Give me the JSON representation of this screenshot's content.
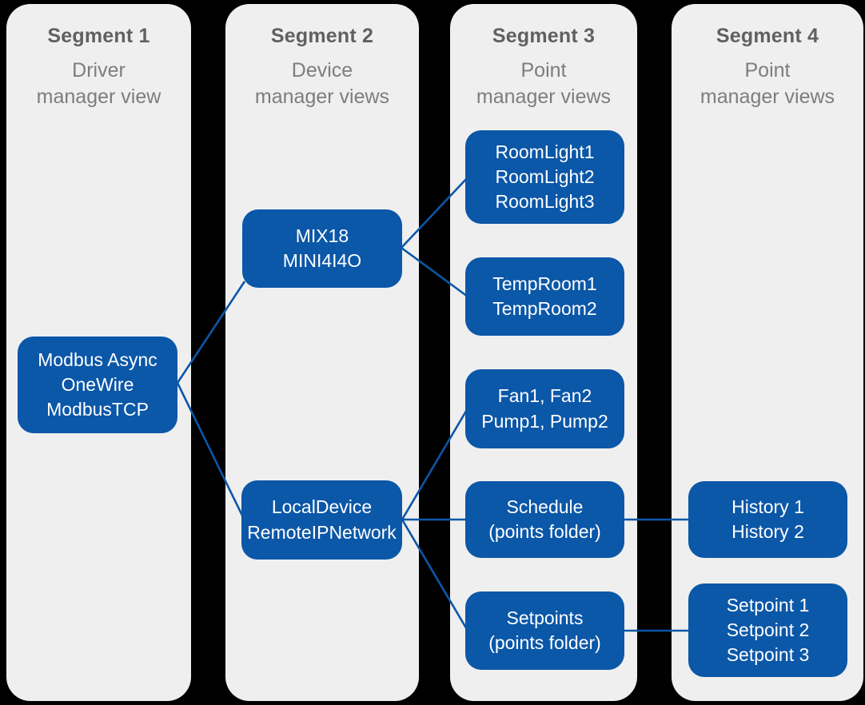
{
  "diagram": {
    "segments": [
      {
        "title": "Segment 1",
        "subtitle": "Driver\nmanager view"
      },
      {
        "title": "Segment 2",
        "subtitle": "Device\nmanager views"
      },
      {
        "title": "Segment 3",
        "subtitle": "Point\nmanager views"
      },
      {
        "title": "Segment 4",
        "subtitle": "Point\nmanager views"
      }
    ],
    "nodes": {
      "drivers": "Modbus Async\nOneWire\nModbusTCP",
      "device_mix": "MIX18\nMINI4I4O",
      "device_local": "LocalDevice\nRemoteIPNetwork",
      "points_roomlights": "RoomLight1\nRoomLight2\nRoomLight3",
      "points_temprooms": "TempRoom1\nTempRoom2",
      "points_fan_pump": "Fan1, Fan2\nPump1, Pump2",
      "points_schedule": "Schedule\n(points folder)",
      "points_setpoints": "Setpoints\n(points folder)",
      "ext_history": "History 1\nHistory 2",
      "ext_setpoints": "Setpoint 1\nSetpoint 2\nSetpoint 3"
    },
    "edges": [
      {
        "from": "drivers",
        "to": "device_mix"
      },
      {
        "from": "drivers",
        "to": "device_local"
      },
      {
        "from": "device_mix",
        "to": "points_roomlights"
      },
      {
        "from": "device_mix",
        "to": "points_temprooms"
      },
      {
        "from": "device_local",
        "to": "points_fan_pump"
      },
      {
        "from": "device_local",
        "to": "points_schedule"
      },
      {
        "from": "device_local",
        "to": "points_setpoints"
      },
      {
        "from": "points_schedule",
        "to": "ext_history"
      },
      {
        "from": "points_setpoints",
        "to": "ext_setpoints"
      }
    ],
    "colors": {
      "node_fill": "#0b57a8",
      "connector": "#0b57a8",
      "column_bg": "#efefef",
      "background": "#000000",
      "title_text": "#606060",
      "subtitle_text": "#7d7d7d",
      "node_text": "#ffffff"
    }
  }
}
